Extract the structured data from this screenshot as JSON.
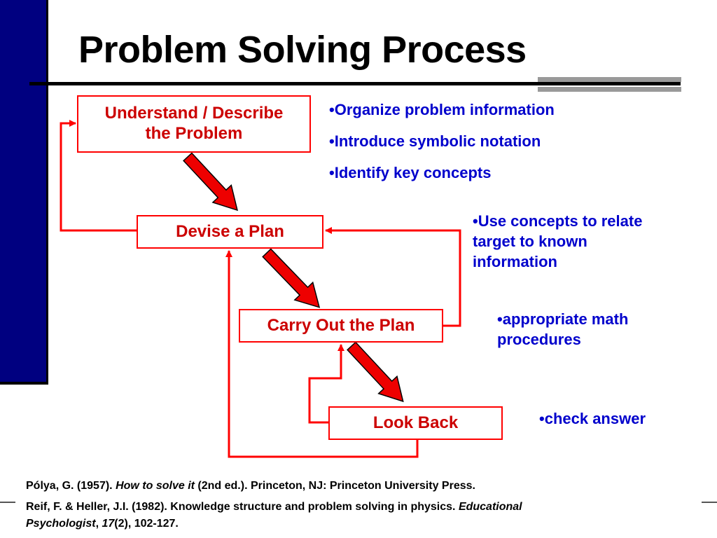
{
  "slide": {
    "title": "Problem Solving Process",
    "colors": {
      "sidebar": "#000080",
      "box_border": "#ff0000",
      "box_text": "#cc0000",
      "note_text": "#0000cc",
      "arrow_fill": "#ee0000"
    }
  },
  "steps": [
    {
      "label_line1": "Understand / Describe",
      "label_line2": "the Problem"
    },
    {
      "label": "Devise a Plan"
    },
    {
      "label": "Carry Out the Plan"
    },
    {
      "label": "Look Back"
    }
  ],
  "notes": {
    "understand": [
      "•Organize problem information",
      "•Introduce symbolic notation",
      "•Identify key concepts"
    ],
    "devise": [
      "•Use concepts to relate",
      "target to known",
      "information"
    ],
    "carry_out": [
      "•appropriate math",
      "procedures"
    ],
    "look_back": [
      "•check answer"
    ]
  },
  "references": {
    "r1_pre": "Pólya, G. (1957). ",
    "r1_title": "How to solve it",
    "r1_post": " (2nd ed.). Princeton, NJ: Princeton University Press.",
    "r2_pre": "Reif, F. & Heller, J.I. (1982). Knowledge structure and problem solving in physics. ",
    "r2_journal": "Educational",
    "r2_journal2": "Psychologist",
    "r2_sep": ", ",
    "r2_volume": "17",
    "r2_post": "(2), 102-127."
  }
}
